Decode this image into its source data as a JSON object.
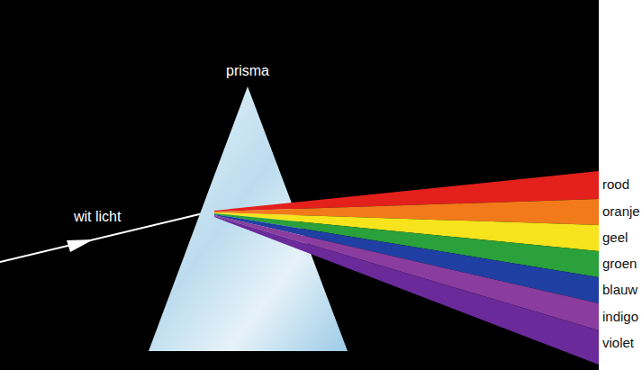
{
  "diagram": {
    "labels": [
      "prisma",
      "wit licht",
      "rood",
      "oranje",
      "geel",
      "groen",
      "blauw",
      "indigo",
      "violet"
    ]
  }
}
